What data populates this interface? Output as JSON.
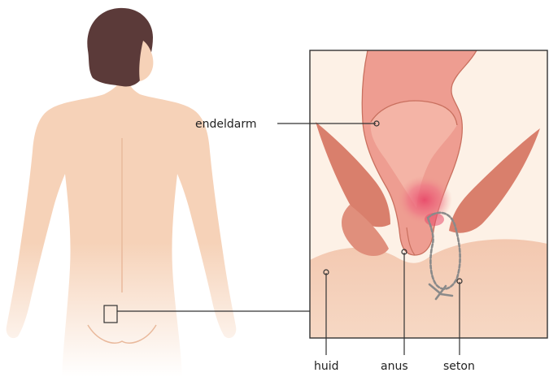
{
  "labels": {
    "rectum": "endeldarm",
    "skin": "huid",
    "anus": "anus",
    "seton": "seton"
  },
  "colors": {
    "skin": "#f6d2b8",
    "skin_shadow": "#ebbfa3",
    "hair": "#5b3a39",
    "inset_background": "#fbeee2",
    "tissue": "#f3c8b0",
    "muscle": "#d97f6c",
    "rectum": "#ee9d91",
    "rectum_light": "#f4b4a6",
    "inflamed": "#e84a6a",
    "thread": "#8a8a8a",
    "leader_line": "#333333"
  }
}
